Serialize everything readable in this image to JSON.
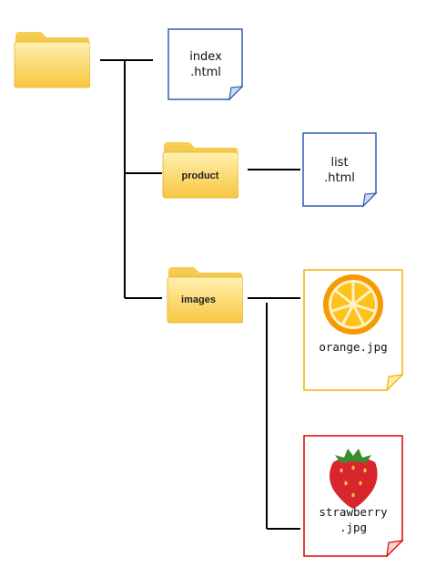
{
  "folders": {
    "root": {
      "label": ""
    },
    "product": {
      "label": "product"
    },
    "images": {
      "label": "images"
    }
  },
  "files": {
    "index": {
      "line1": "index",
      "line2": ".html",
      "border_color": "#2f5fb3"
    },
    "list": {
      "line1": "list",
      "line2": ".html",
      "border_color": "#2f5fb3"
    },
    "orange": {
      "line1": "orange.jpg",
      "border_color": "#f0b400"
    },
    "strawberry": {
      "line1": "strawberry",
      "line2": ".jpg",
      "border_color": "#e00000"
    }
  },
  "colors": {
    "folder_light": "#ffe38a",
    "folder_dark": "#f3c23a",
    "connector": "#000000",
    "orange_peel": "#f59a00",
    "orange_flesh": "#ffc21a",
    "strawberry_red": "#d9262c",
    "strawberry_leaf": "#3d8b2f"
  },
  "icons": [
    "folder-icon",
    "document-icon",
    "orange-slice-icon",
    "strawberry-icon"
  ]
}
